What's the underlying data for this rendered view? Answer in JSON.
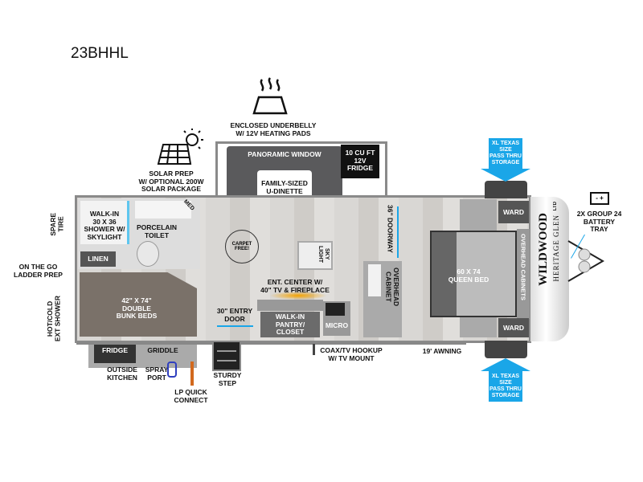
{
  "title": "23BHHL",
  "brand": {
    "line1": "WILDWOOD",
    "line2": "HERITAGE GLEN",
    "suffix": "LTD"
  },
  "labels": {
    "underbelly": "ENCLOSED UNDERBELLY\nW/ 12V HEATING PADS",
    "solar": "SOLAR PREP\nW/ OPTIONAL 200W\nSOLAR PACKAGE",
    "panoramic_window": "PANORAMIC WINDOW",
    "fridge_inside": "10 CU FT\n12V\nFRIDGE",
    "dinette": "FAMILY-SIZED\nU-DINETTE",
    "storage_top": "XL TEXAS SIZE\nPASS THRU\nSTORAGE",
    "storage_bottom": "XL TEXAS SIZE\nPASS THRU\nSTORAGE",
    "battery": "2X GROUP 24\nBATTERY\nTRAY",
    "spare_tire": "SPARE\nTIRE",
    "shower": "WALK-IN\n30 X 36\nSHOWER W/\nSKYLIGHT",
    "med": "MED",
    "toilet": "PORCELAIN\nTOILET",
    "linen": "LINEN",
    "ladder": "ON THE GO\nLADDER PREP",
    "ext_shower": "HOT/COLD\nEXT SHOWER",
    "bunk": "42\" X 74\"\nDOUBLE\nBUNK BEDS",
    "carpet_free": "CARPET FREE!",
    "skylight": "SKY\nLIGHT",
    "ent_center": "ENT. CENTER W/\n40\" TV & FIREPLACE",
    "entry_door": "30\" ENTRY\nDOOR",
    "pantry": "WALK-IN\nPANTRY/\nCLOSET",
    "micro": "MICRO",
    "doorway": "36\" DOORWAY",
    "overhead_cabinet": "OVERHEAD\nCABINET",
    "queen_bed": "60 X 74\nQUEEN BED",
    "overhead_cabinets": "OVERHEAD CABINETS",
    "ward_top": "WARD",
    "ward_bottom": "WARD",
    "fridge_outside": "FRIDGE",
    "griddle": "GRIDDLE",
    "outside_kitchen": "OUTSIDE\nKITCHEN",
    "spray_port": "SPRAY\nPORT",
    "lp": "LP QUICK\nCONNECT",
    "step": "STURDY\nSTEP",
    "coax": "COAX/TV HOOKUP\nW/ TV MOUNT",
    "awning": "19' AWNING"
  },
  "colors": {
    "accent": "#1aa6e8",
    "wall": "#8a8a8a",
    "dinette": "#5a5a5c",
    "bunk": "#7a7169"
  }
}
